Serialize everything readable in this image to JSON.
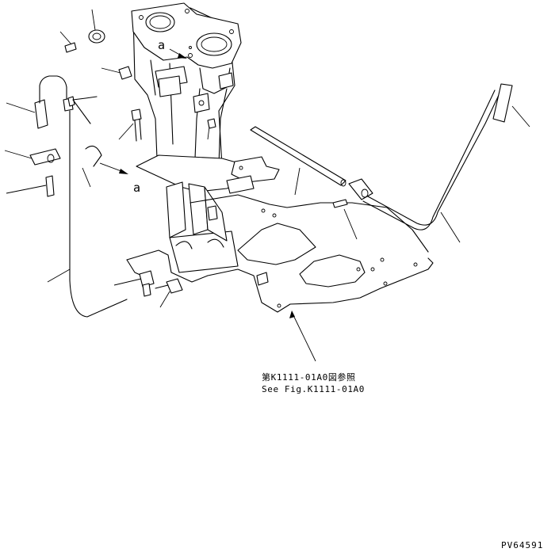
{
  "references": {
    "jp": "第K1111-01A0図参照",
    "en": "See Fig.K1111-01A0"
  },
  "view_marker": "a",
  "view_marker_2": "a",
  "figure_code": "PV64591"
}
